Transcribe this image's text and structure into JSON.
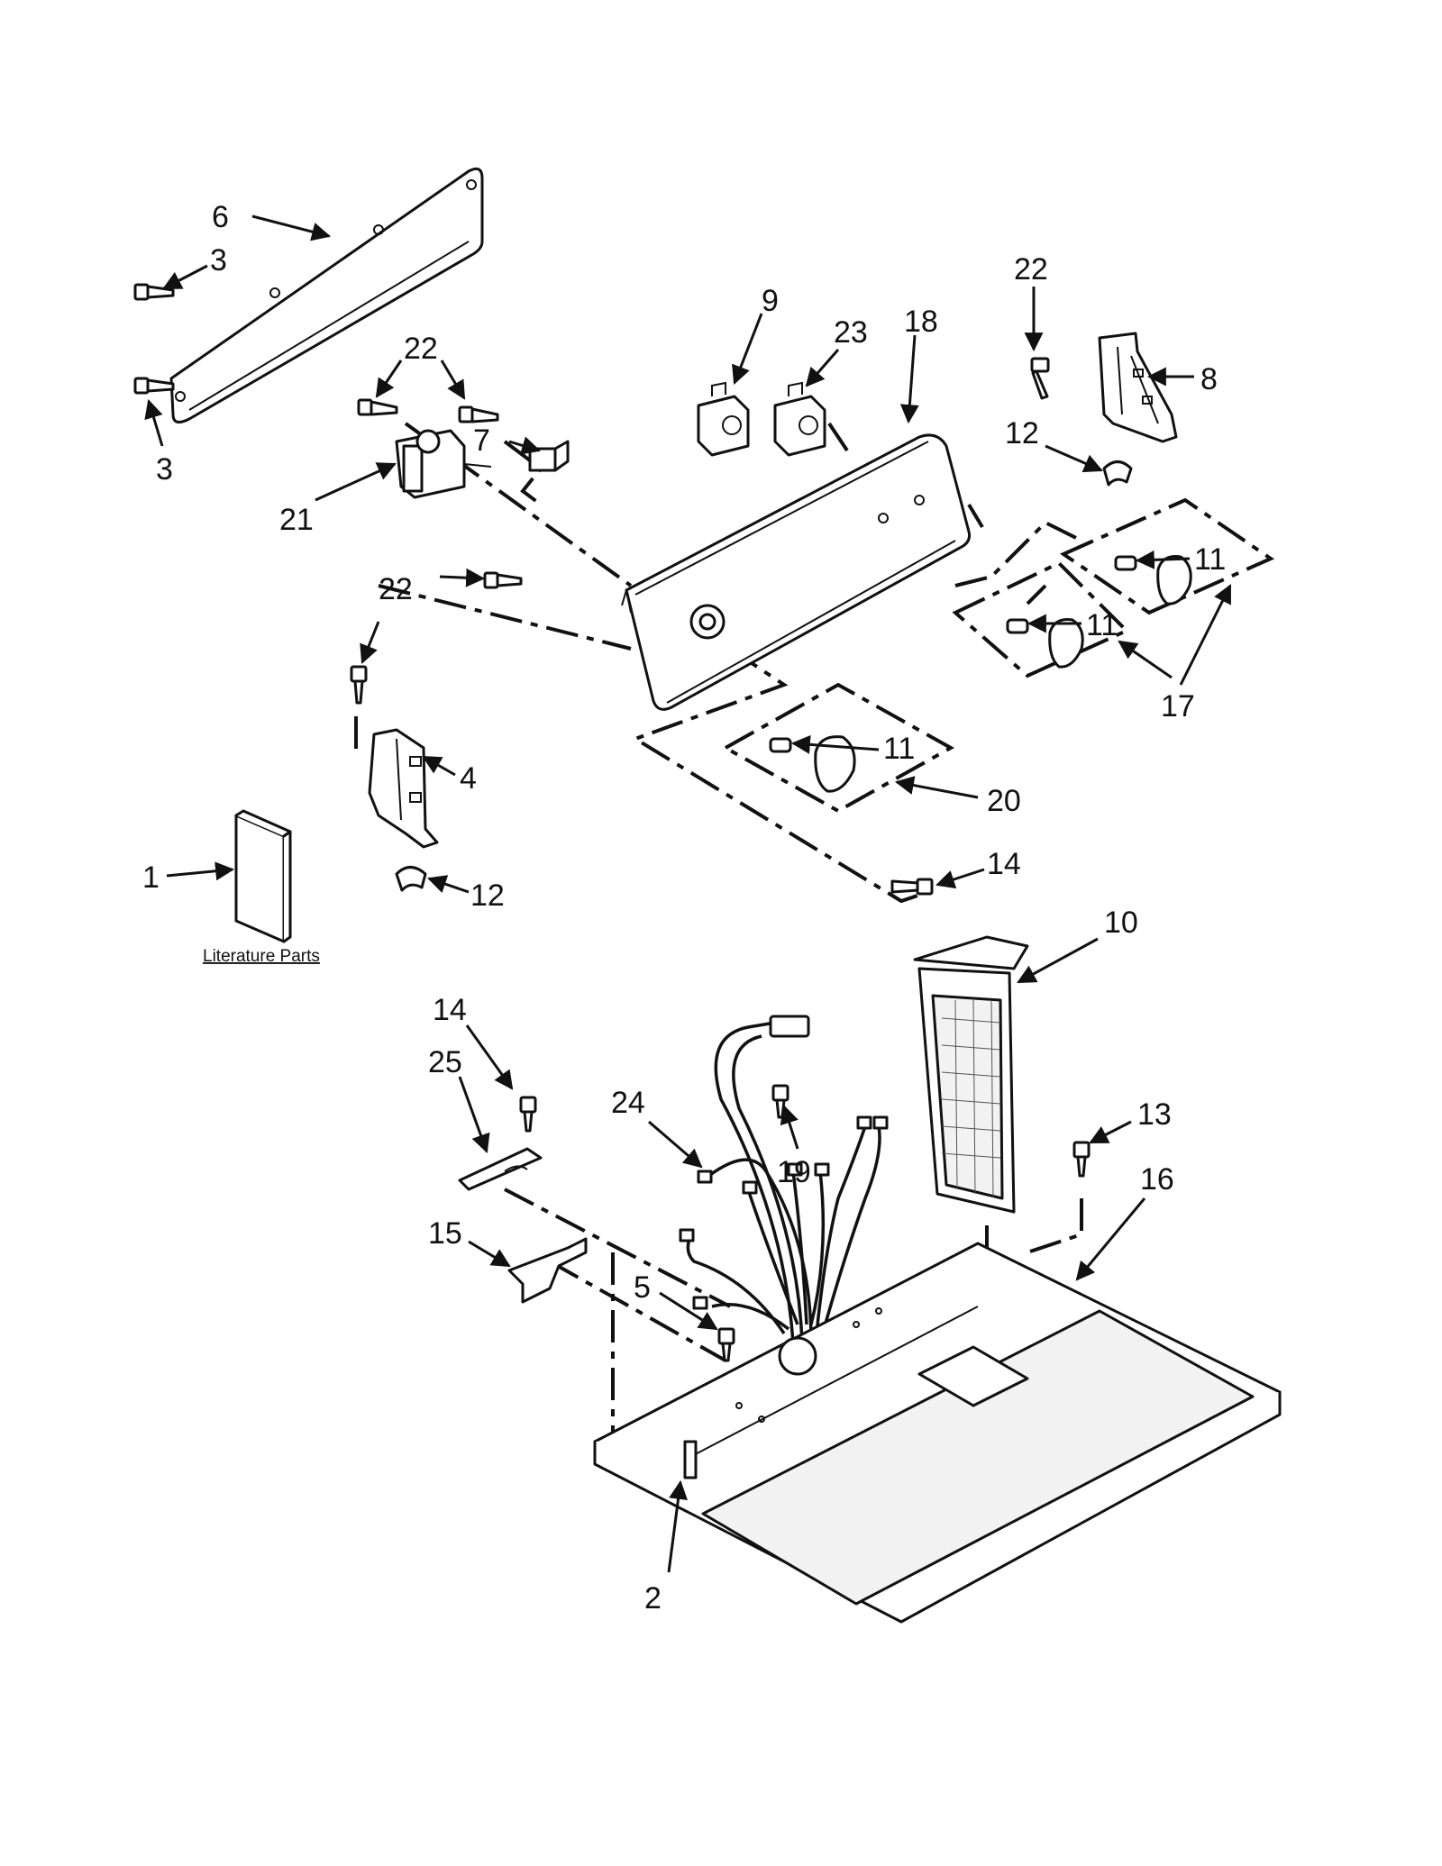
{
  "diagram": {
    "callouts": [
      {
        "id": "c6",
        "label": "6"
      },
      {
        "id": "c3a",
        "label": "3"
      },
      {
        "id": "c3b",
        "label": "3"
      },
      {
        "id": "c22a",
        "label": "22"
      },
      {
        "id": "c7",
        "label": "7"
      },
      {
        "id": "c21",
        "label": "21"
      },
      {
        "id": "c9",
        "label": "9"
      },
      {
        "id": "c23",
        "label": "23"
      },
      {
        "id": "c18",
        "label": "18"
      },
      {
        "id": "c22b",
        "label": "22"
      },
      {
        "id": "c8",
        "label": "8"
      },
      {
        "id": "c12a",
        "label": "12"
      },
      {
        "id": "c11a",
        "label": "11"
      },
      {
        "id": "c11b",
        "label": "11"
      },
      {
        "id": "c17",
        "label": "17"
      },
      {
        "id": "c22c",
        "label": "22"
      },
      {
        "id": "c4",
        "label": "4"
      },
      {
        "id": "c12b",
        "label": "12"
      },
      {
        "id": "c1",
        "label": "1"
      },
      {
        "id": "c11c",
        "label": "11"
      },
      {
        "id": "c20",
        "label": "20"
      },
      {
        "id": "c14a",
        "label": "14"
      },
      {
        "id": "c10",
        "label": "10"
      },
      {
        "id": "c14b",
        "label": "14"
      },
      {
        "id": "c25",
        "label": "25"
      },
      {
        "id": "c24",
        "label": "24"
      },
      {
        "id": "c19",
        "label": "19"
      },
      {
        "id": "c13",
        "label": "13"
      },
      {
        "id": "c16",
        "label": "16"
      },
      {
        "id": "c15",
        "label": "15"
      },
      {
        "id": "c5",
        "label": "5"
      },
      {
        "id": "c2",
        "label": "2"
      }
    ],
    "literature_label": "Literature Parts"
  }
}
